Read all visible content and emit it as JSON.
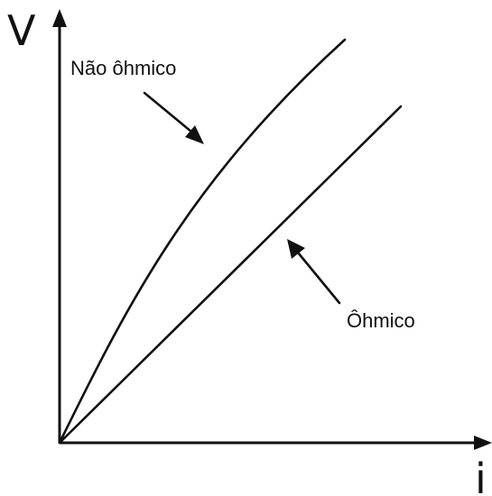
{
  "chart_data": {
    "type": "line",
    "title": "",
    "xlabel": "i",
    "ylabel": "V",
    "grid": false,
    "series": [
      {
        "name": "Não ôhmico",
        "shape": "concave",
        "color": "#111111"
      },
      {
        "name": "Ôhmico",
        "shape": "linear",
        "color": "#111111"
      }
    ],
    "annotations": [
      {
        "text": "Não ôhmico",
        "points_to": "Não ôhmico"
      },
      {
        "text": "Ôhmico",
        "points_to": "Ôhmico"
      }
    ]
  }
}
